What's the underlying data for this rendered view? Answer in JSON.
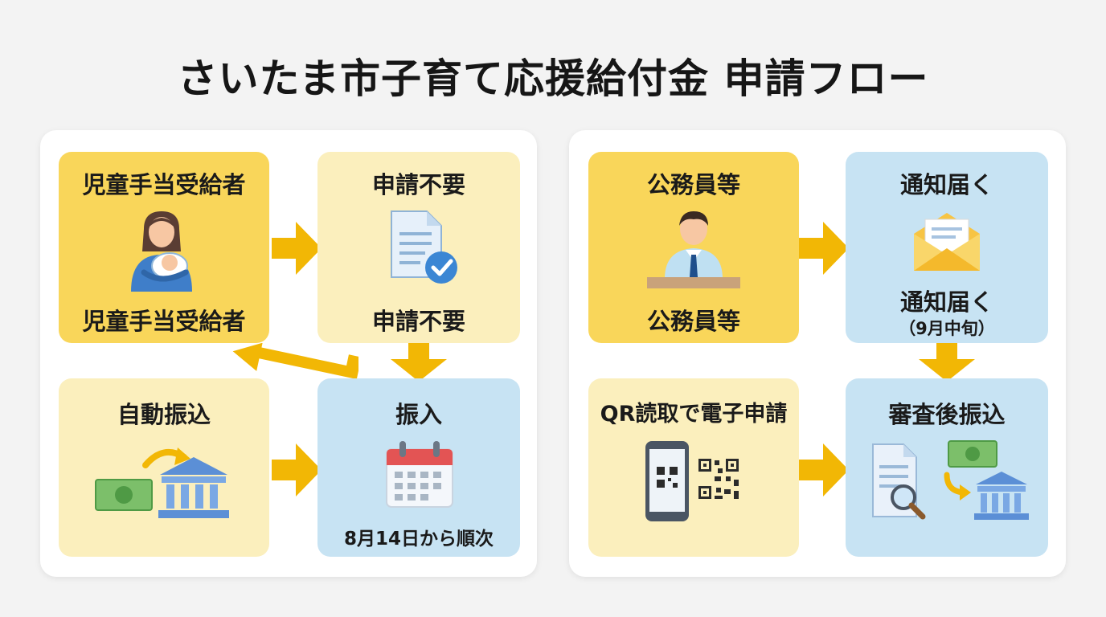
{
  "title": "さいたま市子育て応援給付金 申請フロー",
  "left_panel": {
    "recipient": {
      "label_top": "児童手当受給者",
      "label_bottom": "児童手当受給者"
    },
    "no_application": {
      "label_top": "申請不要",
      "label_bottom": "申請不要"
    },
    "auto_transfer": {
      "label": "自動振込"
    },
    "deposit": {
      "label": "振入",
      "date": "8月14日から順次"
    }
  },
  "right_panel": {
    "civil_servant": {
      "label_top": "公務員等",
      "label_bottom": "公務員等"
    },
    "notice": {
      "label_top": "通知届く",
      "label_bottom": "通知届く",
      "timing": "（9月中旬）"
    },
    "qr_apply": {
      "label": "QR読取で電子申請"
    },
    "review_transfer": {
      "label": "審査後振込"
    }
  },
  "colors": {
    "yellow_dark": "#f9d65a",
    "yellow_light": "#fbefbd",
    "blue_light": "#c7e3f3",
    "arrow": "#f2b705"
  }
}
